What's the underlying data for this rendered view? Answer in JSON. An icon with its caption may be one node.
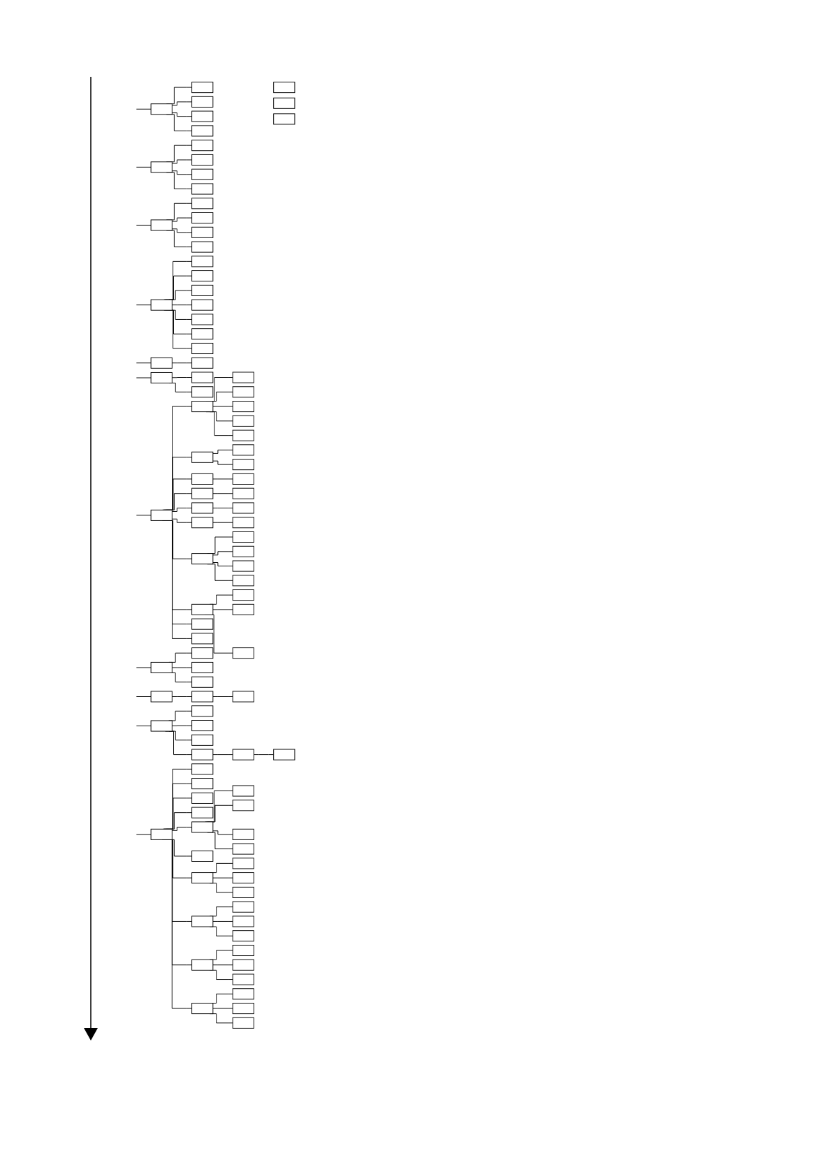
{
  "diagram": {
    "nodes": [
      {
        "text": [],
        "shape": "box"
      },
      {
        "text": [],
        "shape": "box"
      },
      {
        "text": [],
        "shape": "box"
      },
      {
        "text": [],
        "shape": "box"
      },
      {
        "text": [],
        "shape": "box"
      },
      {
        "text": [],
        "shape": "box"
      },
      {
        "text": [],
        "shape": "box"
      },
      {
        "text": [],
        "shape": "box"
      },
      {
        "text": [],
        "shape": "box"
      },
      {
        "text": [],
        "shape": "box"
      },
      {
        "text": [],
        "shape": "box"
      },
      {
        "text": [],
        "shape": "box"
      },
      {
        "text": [],
        "shape": "box"
      },
      {
        "text": [],
        "shape": "box"
      },
      {
        "text": [],
        "shape": "box"
      },
      {
        "text": [],
        "shape": "box"
      },
      {
        "text": [],
        "shape": "box"
      },
      {
        "text": [],
        "shape": "box"
      },
      {
        "text": [],
        "shape": "box"
      },
      {
        "text": [],
        "shape": "box"
      },
      {
        "text": [],
        "shape": "box"
      },
      {
        "text": [],
        "shape": "box"
      },
      {
        "text": [],
        "shape": "box"
      },
      {
        "text": [],
        "shape": "box"
      },
      {
        "text": [],
        "shape": "box"
      },
      {
        "text": [],
        "shape": "box"
      },
      {
        "text": [],
        "shape": "box"
      },
      {
        "text": [],
        "shape": "box"
      },
      {
        "text": [],
        "shape": "box"
      },
      {
        "text": [],
        "shape": "box"
      },
      {
        "text": [],
        "shape": "box"
      },
      {
        "text": [],
        "shape": "box"
      },
      {
        "text": [],
        "shape": "box"
      },
      {
        "text": [],
        "shape": "box"
      },
      {
        "text": [],
        "shape": "box"
      },
      {
        "text": [],
        "shape": "box"
      },
      {
        "text": [],
        "shape": "box"
      },
      {
        "text": [],
        "shape": "box"
      },
      {
        "text": [],
        "shape": "box"
      },
      {
        "text": [],
        "shape": "box"
      },
      {
        "text": [],
        "shape": "box"
      },
      {
        "text": [],
        "shape": "box"
      },
      {
        "text": [],
        "shape": "box"
      },
      {
        "text": [],
        "shape": "box"
      },
      {
        "text": [],
        "shape": "box"
      },
      {
        "text": [],
        "shape": "box"
      },
      {
        "text": [],
        "shape": "box"
      },
      {
        "text": [],
        "shape": "box"
      },
      {
        "text": [],
        "shape": "box"
      },
      {
        "text": [],
        "shape": "box"
      },
      {
        "text": [],
        "shape": "box"
      },
      {
        "text": [],
        "shape": "box"
      },
      {
        "text": [],
        "shape": "box"
      },
      {
        "text": [],
        "shape": "box"
      },
      {
        "text": [],
        "shape": "box"
      },
      {
        "text": [],
        "shape": "box"
      },
      {
        "text": [],
        "shape": "box"
      },
      {
        "text": [],
        "shape": "box"
      },
      {
        "text": [],
        "shape": "box"
      },
      {
        "text": [],
        "shape": "box"
      },
      {
        "text": [],
        "shape": "box"
      },
      {
        "text": [],
        "shape": "box"
      },
      {
        "text": [],
        "shape": "box"
      },
      {
        "text": [],
        "shape": "box"
      },
      {
        "text": [],
        "shape": "box"
      },
      {
        "text": [],
        "shape": "box"
      },
      {
        "text": [],
        "shape": "box"
      },
      {
        "text": [],
        "shape": "box"
      },
      {
        "text": [],
        "shape": "box"
      },
      {
        "text": [],
        "shape": "box"
      },
      {
        "text": [],
        "shape": "box"
      },
      {
        "text": [],
        "shape": "box"
      },
      {
        "text": [],
        "shape": "box"
      },
      {
        "text": [],
        "shape": "box"
      },
      {
        "text": [],
        "shape": "box"
      },
      {
        "text": [],
        "shape": "box"
      },
      {
        "text": [],
        "shape": "box"
      },
      {
        "text": [],
        "shape": "box"
      },
      {
        "text": [],
        "shape": "box"
      },
      {
        "text": [],
        "shape": "box"
      },
      {
        "text": [],
        "shape": "box"
      },
      {
        "text": [],
        "shape": "box"
      },
      {
        "text": [],
        "shape": "box"
      },
      {
        "text": [],
        "shape": "box"
      },
      {
        "text": [],
        "shape": "box"
      },
      {
        "text": [],
        "shape": "box"
      },
      {
        "text": [],
        "shape": "box"
      },
      {
        "text": [],
        "shape": "box"
      },
      {
        "text": [],
        "shape": "box"
      },
      {
        "text": [],
        "shape": "box"
      },
      {
        "text": [],
        "shape": "box"
      },
      {
        "text": [],
        "shape": "box"
      },
      {
        "text": [],
        "shape": "box"
      },
      {
        "text": [],
        "shape": "box"
      },
      {
        "text": [],
        "shape": "box"
      },
      {
        "text": [],
        "shape": "box"
      },
      {
        "text": [],
        "shape": "box"
      },
      {
        "text": [],
        "shape": "box"
      },
      {
        "text": [],
        "shape": "box"
      },
      {
        "text": [],
        "shape": "box"
      },
      {
        "text": [],
        "shape": "box"
      }
    ],
    "edges": [
      {
        "from": null,
        "to": 0,
        "arrow": "none"
      },
      {
        "from": 0,
        "to": 1,
        "arrow": "none"
      },
      {
        "from": 0,
        "to": 2,
        "arrow": "none"
      },
      {
        "from": 0,
        "to": 3,
        "arrow": "none"
      },
      {
        "from": 0,
        "to": 4,
        "arrow": "none"
      },
      {
        "from": null,
        "to": 5,
        "arrow": "none"
      },
      {
        "from": 5,
        "to": 6,
        "arrow": "none"
      },
      {
        "from": 5,
        "to": 7,
        "arrow": "none"
      },
      {
        "from": 5,
        "to": 8,
        "arrow": "none"
      },
      {
        "from": 5,
        "to": 9,
        "arrow": "none"
      },
      {
        "from": null,
        "to": 10,
        "arrow": "none"
      },
      {
        "from": 10,
        "to": 11,
        "arrow": "none"
      },
      {
        "from": 10,
        "to": 12,
        "arrow": "none"
      },
      {
        "from": 10,
        "to": 13,
        "arrow": "none"
      },
      {
        "from": 10,
        "to": 14,
        "arrow": "none"
      },
      {
        "from": null,
        "to": 15,
        "arrow": "none"
      },
      {
        "from": 15,
        "to": 16,
        "arrow": "none"
      },
      {
        "from": 15,
        "to": 17,
        "arrow": "none"
      },
      {
        "from": 15,
        "to": 18,
        "arrow": "none"
      },
      {
        "from": 15,
        "to": 19,
        "arrow": "none"
      },
      {
        "from": 15,
        "to": 20,
        "arrow": "none"
      },
      {
        "from": 15,
        "to": 21,
        "arrow": "none"
      },
      {
        "from": 15,
        "to": 22,
        "arrow": "none"
      },
      {
        "from": null,
        "to": 23,
        "arrow": "none"
      },
      {
        "from": 23,
        "to": 24,
        "arrow": "none"
      },
      {
        "from": null,
        "to": 25,
        "arrow": "none"
      },
      {
        "from": 25,
        "to": 26,
        "arrow": "none"
      },
      {
        "from": 25,
        "to": 27,
        "arrow": "none"
      },
      {
        "from": null,
        "to": 28,
        "arrow": "none"
      },
      {
        "from": 28,
        "to": 29,
        "arrow": "none"
      },
      {
        "from": 29,
        "to": 30,
        "arrow": "none"
      },
      {
        "from": 29,
        "to": 31,
        "arrow": "none"
      },
      {
        "from": 29,
        "to": 32,
        "arrow": "none"
      },
      {
        "from": 29,
        "to": 33,
        "arrow": "none"
      },
      {
        "from": 29,
        "to": 34,
        "arrow": "none"
      },
      {
        "from": 28,
        "to": 35,
        "arrow": "none"
      },
      {
        "from": 35,
        "to": 36,
        "arrow": "none"
      },
      {
        "from": 35,
        "to": 37,
        "arrow": "none"
      },
      {
        "from": 28,
        "to": 38,
        "arrow": "none"
      },
      {
        "from": 38,
        "to": 39,
        "arrow": "none"
      },
      {
        "from": 28,
        "to": 41,
        "arrow": "none"
      },
      {
        "from": 41,
        "to": 42,
        "arrow": "none"
      },
      {
        "from": 28,
        "to": 44,
        "arrow": "none"
      },
      {
        "from": 44,
        "to": 45,
        "arrow": "none"
      },
      {
        "from": 28,
        "to": 46,
        "arrow": "none"
      },
      {
        "from": 46,
        "to": 47,
        "arrow": "none"
      },
      {
        "from": 28,
        "to": 48,
        "arrow": "none"
      },
      {
        "from": 48,
        "to": 49,
        "arrow": "none"
      },
      {
        "from": 48,
        "to": 50,
        "arrow": "none"
      },
      {
        "from": 48,
        "to": 51,
        "arrow": "none"
      },
      {
        "from": 48,
        "to": 52,
        "arrow": "none"
      },
      {
        "from": 28,
        "to": 53,
        "arrow": "none"
      },
      {
        "from": 53,
        "to": 54,
        "arrow": "none"
      },
      {
        "from": 53,
        "to": 55,
        "arrow": "none"
      },
      {
        "from": 53,
        "to": 56,
        "arrow": "none"
      },
      {
        "from": 28,
        "to": 57,
        "arrow": "none"
      },
      {
        "from": 28,
        "to": 58,
        "arrow": "none"
      },
      {
        "from": null,
        "to": 59,
        "arrow": "none"
      },
      {
        "from": 59,
        "to": 60,
        "arrow": "none"
      },
      {
        "from": 59,
        "to": 61,
        "arrow": "none"
      },
      {
        "from": 59,
        "to": 62,
        "arrow": "none"
      },
      {
        "from": null,
        "to": 63,
        "arrow": "none"
      },
      {
        "from": 63,
        "to": 64,
        "arrow": "none"
      },
      {
        "from": 64,
        "to": 65,
        "arrow": "none"
      },
      {
        "from": null,
        "to": 66,
        "arrow": "none"
      },
      {
        "from": 66,
        "to": 67,
        "arrow": "none"
      },
      {
        "from": 66,
        "to": 68,
        "arrow": "none"
      },
      {
        "from": 66,
        "to": 69,
        "arrow": "none"
      },
      {
        "from": 66,
        "to": 71,
        "arrow": "none"
      },
      {
        "from": 71,
        "to": 72,
        "arrow": "none"
      },
      {
        "from": 72,
        "to": 73,
        "arrow": "none"
      },
      {
        "from": null,
        "to": 74,
        "arrow": "none"
      },
      {
        "from": 74,
        "to": 75,
        "arrow": "none"
      },
      {
        "from": 74,
        "to": 76,
        "arrow": "none"
      },
      {
        "from": 74,
        "to": 77,
        "arrow": "none"
      },
      {
        "from": 74,
        "to": 78,
        "arrow": "none"
      },
      {
        "from": 74,
        "to": 79,
        "arrow": "none"
      },
      {
        "from": 79,
        "to": 80,
        "arrow": "none"
      },
      {
        "from": 79,
        "to": 81,
        "arrow": "none"
      },
      {
        "from": 79,
        "to": 82,
        "arrow": "none"
      },
      {
        "from": 79,
        "to": 83,
        "arrow": "none"
      },
      {
        "from": 74,
        "to": 84,
        "arrow": "none"
      },
      {
        "from": 74,
        "to": 85,
        "arrow": "none"
      },
      {
        "from": 85,
        "to": 86,
        "arrow": "none"
      },
      {
        "from": 85,
        "to": 87,
        "arrow": "none"
      },
      {
        "from": 85,
        "to": 88,
        "arrow": "none"
      },
      {
        "from": 74,
        "to": 89,
        "arrow": "none"
      },
      {
        "from": 89,
        "to": 90,
        "arrow": "none"
      },
      {
        "from": 89,
        "to": 91,
        "arrow": "none"
      },
      {
        "from": 89,
        "to": 92,
        "arrow": "none"
      },
      {
        "from": 74,
        "to": 93,
        "arrow": "none"
      },
      {
        "from": 93,
        "to": 94,
        "arrow": "none"
      },
      {
        "from": 93,
        "to": 95,
        "arrow": "none"
      },
      {
        "from": 93,
        "to": 96,
        "arrow": "none"
      },
      {
        "from": 74,
        "to": 97,
        "arrow": "none"
      },
      {
        "from": 97,
        "to": 98,
        "arrow": "none"
      },
      {
        "from": 97,
        "to": 99,
        "arrow": "none"
      },
      {
        "from": 97,
        "to": 100,
        "arrow": "none"
      }
    ]
  }
}
